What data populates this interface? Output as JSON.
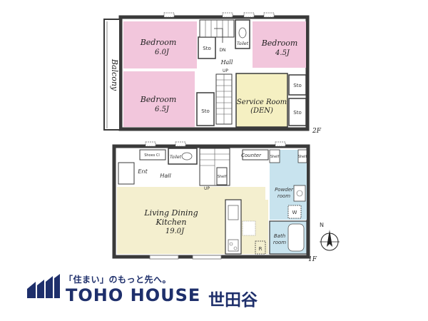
{
  "floors": {
    "second": {
      "label": "2F",
      "rooms": [
        {
          "key": "bedroom_a",
          "name": "Bedroom",
          "size": "6.0J"
        },
        {
          "key": "bedroom_b",
          "name": "Bedroom",
          "size": "4.5J"
        },
        {
          "key": "bedroom_c",
          "name": "Bedroom",
          "size": "6.5J"
        },
        {
          "key": "service",
          "name": "Service Room",
          "name2": "(DEN)"
        },
        {
          "key": "balcony",
          "name": "Balcony"
        },
        {
          "key": "hall",
          "name": "Hall"
        },
        {
          "key": "toilet",
          "name": "Toilet"
        }
      ],
      "storage": "Sto",
      "stair_dn": "DN",
      "stair_up": "UP"
    },
    "first": {
      "label": "1F",
      "ldk": {
        "name1": "Living Dining",
        "name2": "Kitchen",
        "size": "19.0J"
      },
      "entrance": "Ent",
      "hall": "Hall",
      "toilet": "Toilet",
      "shoes_cl": "Shoes Cl",
      "counter": "Counter",
      "powder_room": {
        "line1": "Powder",
        "line2": "room"
      },
      "bath_room": {
        "line1": "Bath",
        "line2": "room"
      },
      "shelf": "Shelf",
      "stair_up": "UP",
      "washer": "W",
      "fridge": "R"
    }
  },
  "compass": {
    "north": "N"
  },
  "logo": {
    "tagline": "「住まい」のもっと先へ。",
    "brand": "TOHO HOUSE",
    "brand_jp": "世田谷",
    "brand_color": "#1e2f6b"
  },
  "colors": {
    "bedroom": "#f2c6dc",
    "service": "#f5f0c2",
    "ldk": "#f4efcf",
    "wet": "#c8e3ee",
    "wall": "#3a3a3a"
  }
}
